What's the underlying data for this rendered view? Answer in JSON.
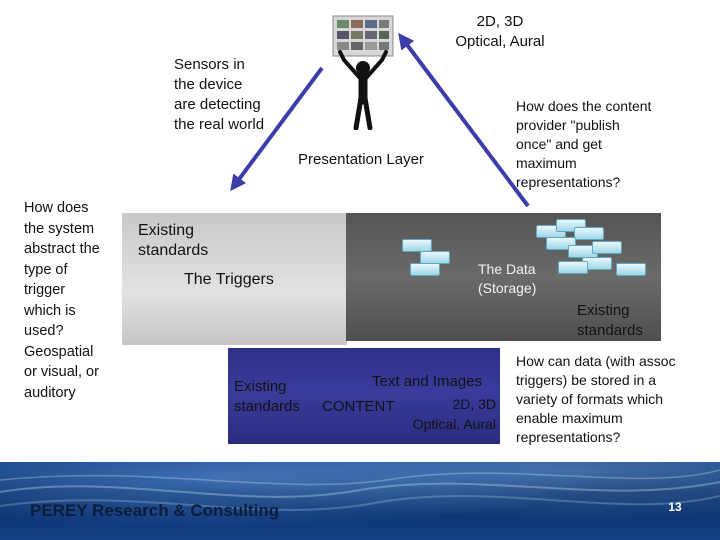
{
  "labels": {
    "sensors": [
      "Sensors in",
      "the device",
      "are detecting",
      "the real world"
    ],
    "modalities_top": [
      "2D, 3D",
      "Optical, Aural"
    ],
    "presentation_layer": "Presentation Layer",
    "publish_question": [
      "How does the content",
      "provider \"publish",
      "once\" and get",
      "maximum",
      "representations?"
    ],
    "abstract_question": [
      "How does",
      "the system",
      "abstract the",
      "type of",
      "trigger",
      "which is",
      "used?",
      "Geospatial",
      "or visual, or",
      "auditory"
    ],
    "existing_triggers": [
      "Existing",
      "standards"
    ],
    "triggers": "The Triggers",
    "data_storage": [
      "The Data",
      "(Storage)"
    ],
    "existing_data": [
      "Existing",
      "standards"
    ],
    "storage_question": [
      "How can data (with assoc",
      "triggers) be stored in a",
      "variety of formats which",
      "enable maximum",
      "representations?"
    ],
    "existing_content": [
      "Existing",
      "standards"
    ],
    "content": "CONTENT",
    "text_images": "Text and Images",
    "modalities_content": [
      "2D, 3D",
      "Optical, Aural"
    ]
  },
  "footer": {
    "brand": "PEREY Research & Consulting",
    "page_number": "13"
  },
  "colors": {
    "arrow": "#3b3ea8",
    "content_box": "#2e2f86",
    "data_box": "#5a5a5a",
    "triggers_box": "#d4d4d4",
    "footer": "#0d3a7c"
  }
}
